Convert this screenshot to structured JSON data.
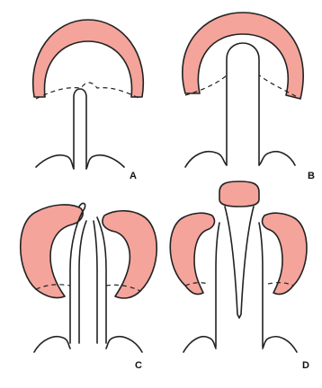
{
  "colors": {
    "fill": "#f4a49a",
    "stroke": "#222222",
    "background": "#ffffff"
  },
  "panels": [
    {
      "label": "A"
    },
    {
      "label": "B"
    },
    {
      "label": "C"
    },
    {
      "label": "D"
    }
  ]
}
